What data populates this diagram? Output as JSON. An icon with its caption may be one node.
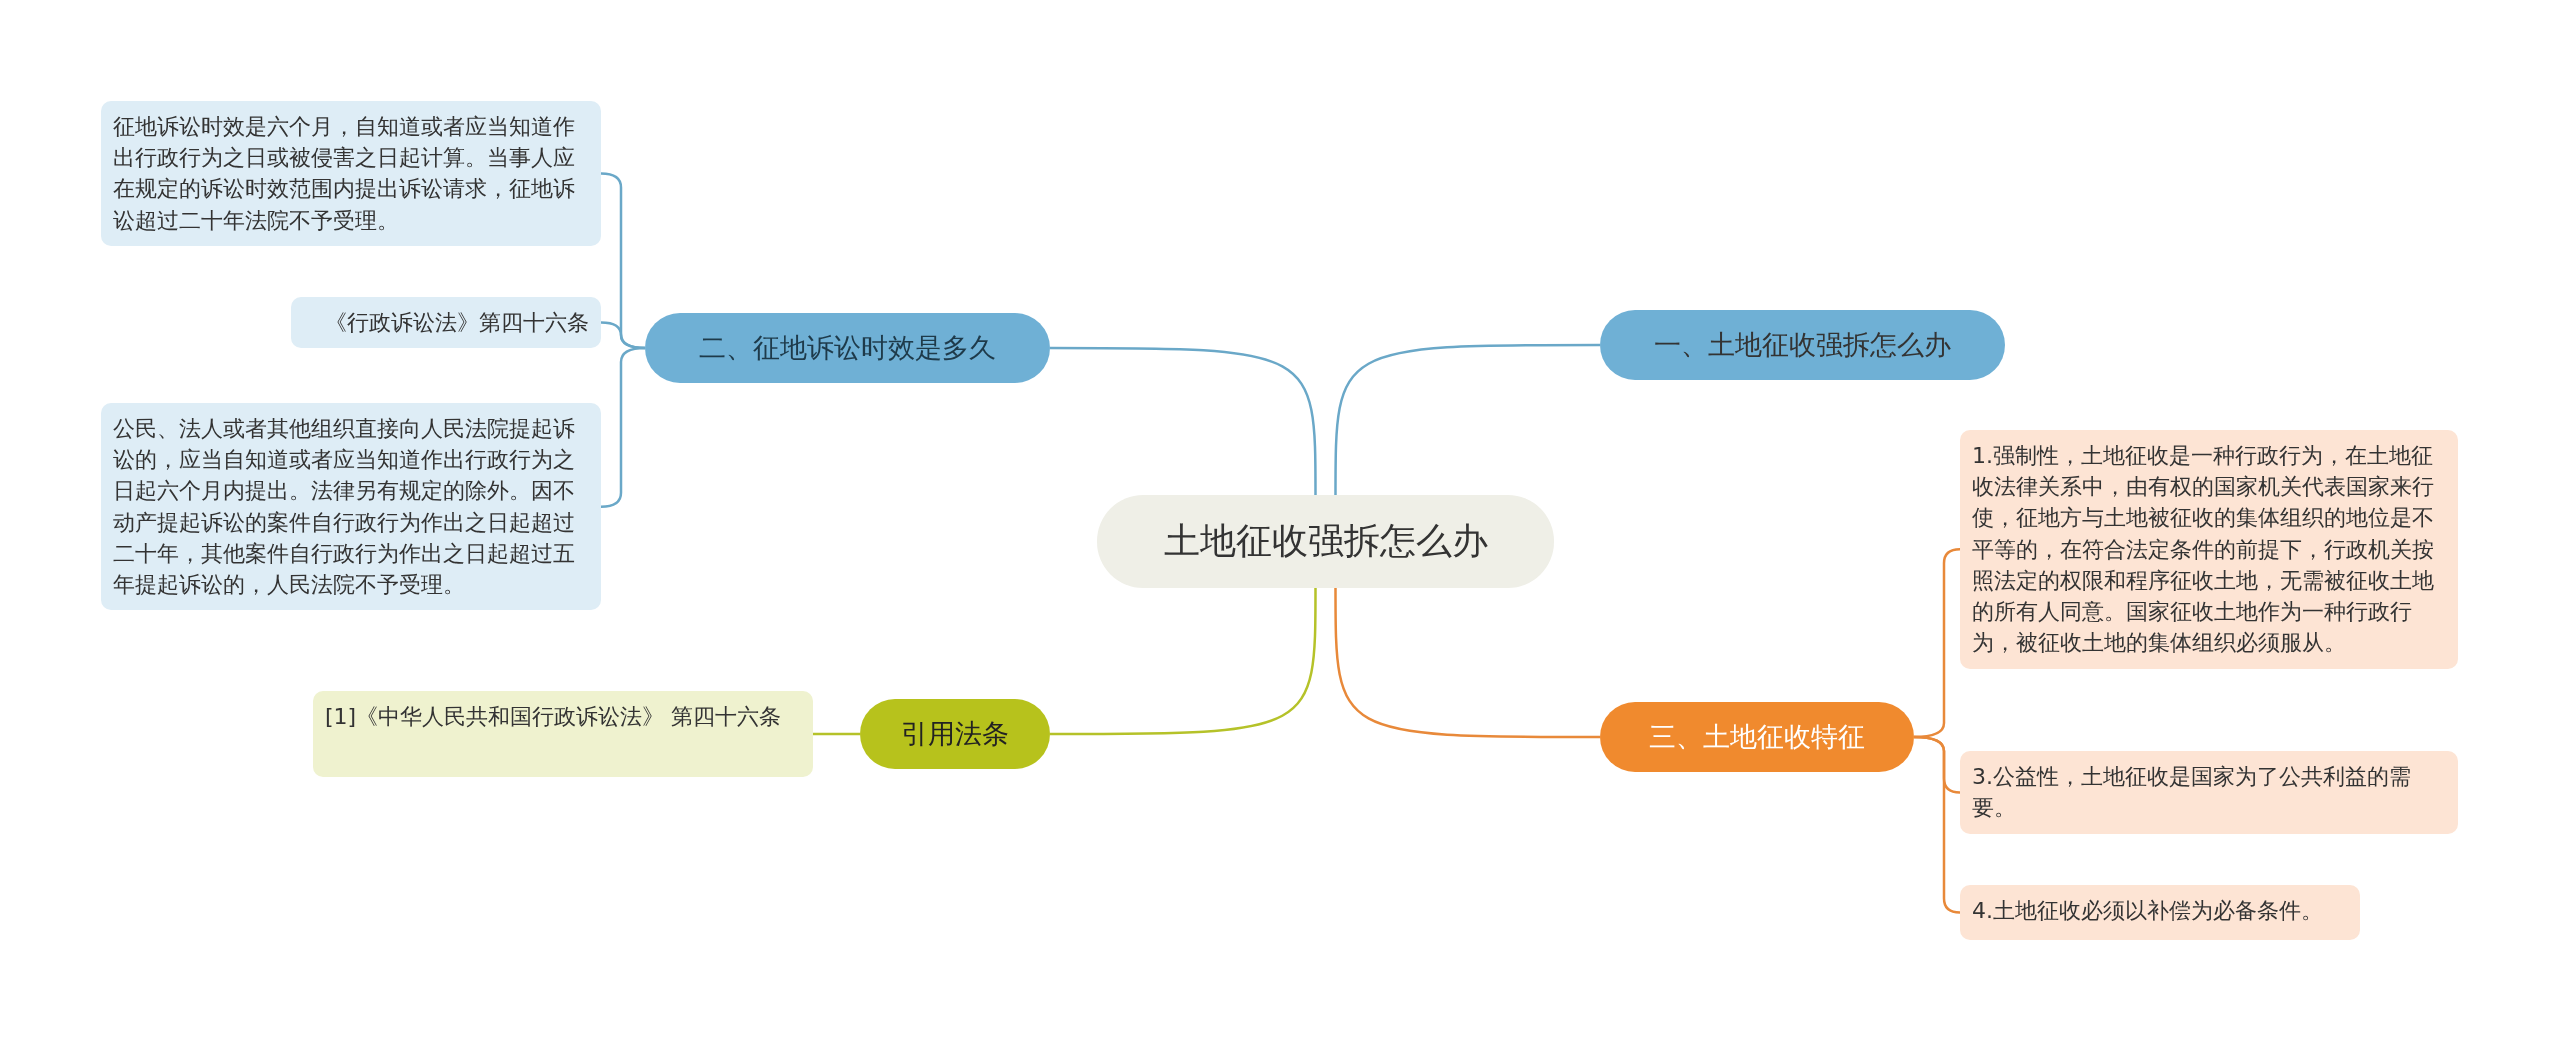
{
  "diagram": {
    "nodes": [
      {
        "text": [
          "土地征收强拆怎么办"
        ]
      },
      {
        "text": [
          "一、土地征收强拆怎么办"
        ]
      },
      {
        "text": [
          "二、征地诉讼时效是多久"
        ]
      },
      {
        "text": [
          "三、土地征收特征"
        ]
      },
      {
        "text": [
          "引用法条"
        ]
      },
      {
        "text": [
          "征地诉讼时效是六个月，自知道或者应当知道作出行政行为之日或被侵害之日起计算。当事人应在规定的诉讼时效范围内提出诉讼请求，征地诉讼超过二十年法院不予受理。"
        ]
      },
      {
        "text": [
          "《行政诉讼法》第四十六条"
        ]
      },
      {
        "text": [
          "公民、法人或者其他组织直接向人民法院提起诉讼的，应当自知道或者应当知道作出行政行为之日起六个月内提出。法律另有规定的除外。因不动产提起诉讼的案件自行政行为作出之日起超过二十年，其他案件自行政行为作出之日起超过五年提起诉讼的，人民法院不予受理。"
        ]
      },
      {
        "text": [
          "[1]《中华人民共和国行政诉讼法》 第四十六条"
        ]
      },
      {
        "text": [
          "1.强制性，土地征收是一种行政行为，在土地征收法律关系中，由有权的国家机关代表国家来行使，征地方与土地被征收的集体组织的地位是不平等的，在符合法定条件的前提下，行政机关按照法定的权限和程序征收土地，无需被征收土地的所有人同意。国家征收土地作为一种行政行为，被征收土地的集体组织必须服从。"
        ]
      },
      {
        "text": [
          "3.公益性，土地征收是国家为了公共利益的需要。"
        ]
      },
      {
        "text": [
          "4.土地征收必须以补偿为必备条件。"
        ]
      }
    ],
    "edges": [
      {
        "from": 0,
        "to": 1,
        "arrow": "none",
        "color": "#6aa8c8"
      },
      {
        "from": 0,
        "to": 2,
        "arrow": "none",
        "color": "#6aa8c8"
      },
      {
        "from": 0,
        "to": 3,
        "arrow": "none",
        "color": "#e8893a"
      },
      {
        "from": 0,
        "to": 4,
        "arrow": "none",
        "color": "#b5c229"
      },
      {
        "from": 2,
        "to": 5,
        "arrow": "none",
        "color": "#6aa8c8"
      },
      {
        "from": 2,
        "to": 6,
        "arrow": "none",
        "color": "#6aa8c8"
      },
      {
        "from": 2,
        "to": 7,
        "arrow": "none",
        "color": "#6aa8c8"
      },
      {
        "from": 4,
        "to": 8,
        "arrow": "none",
        "color": "#b5c229"
      },
      {
        "from": 3,
        "to": 9,
        "arrow": "none",
        "color": "#e8893a"
      },
      {
        "from": 3,
        "to": 10,
        "arrow": "none",
        "color": "#e8893a"
      },
      {
        "from": 3,
        "to": 11,
        "arrow": "none",
        "color": "#e8893a"
      }
    ]
  }
}
